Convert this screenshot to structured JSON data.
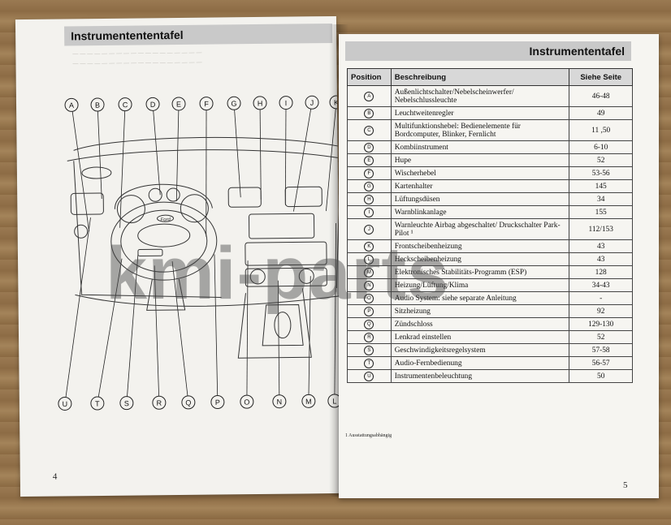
{
  "left_page": {
    "header": "Instrumentententafel",
    "page_number": "4",
    "callouts_top": [
      "A",
      "B",
      "C",
      "D",
      "E",
      "F",
      "G",
      "H",
      "I",
      "J",
      "K"
    ],
    "callouts_bottom": [
      "U",
      "T",
      "S",
      "R",
      "Q",
      "P",
      "O",
      "N",
      "M",
      "L"
    ],
    "steering_logo": "Ford"
  },
  "right_page": {
    "header": "Instrumententafel",
    "page_number": "5",
    "table": {
      "headers": [
        "Position",
        "Beschreibung",
        "Siehe Seite"
      ],
      "rows": [
        {
          "pos": "A",
          "desc": "Außenlichtschalter/Nebelscheinwerfer/ Nebelschlussleuchte",
          "page": "46-48"
        },
        {
          "pos": "B",
          "desc": "Leuchtweitenregler",
          "page": "49"
        },
        {
          "pos": "C",
          "desc": "Multifunktionshebel: Bedienelemente für Bordcomputer, Blinker, Fernlicht",
          "page": "11 ,50"
        },
        {
          "pos": "D",
          "desc": "Kombiinstrument",
          "page": "6-10"
        },
        {
          "pos": "E",
          "desc": "Hupe",
          "page": "52"
        },
        {
          "pos": "F",
          "desc": "Wischerhebel",
          "page": "53-56"
        },
        {
          "pos": "G",
          "desc": "Kartenhalter",
          "page": "145"
        },
        {
          "pos": "H",
          "desc": "Lüftungsdüsen",
          "page": "34"
        },
        {
          "pos": "I",
          "desc": "Warnblinkanlage",
          "page": "155"
        },
        {
          "pos": "J",
          "desc": "Warnleuchte Airbag abgeschaltet/ Druckschalter Park-Pilot ¹",
          "page": "112/153"
        },
        {
          "pos": "K",
          "desc": "Frontscheibenheizung",
          "page": "43"
        },
        {
          "pos": "L",
          "desc": "Heckscheibenheizung",
          "page": "43"
        },
        {
          "pos": "M",
          "desc": "Elektronisches Stabilitäts-Programm (ESP)",
          "page": "128"
        },
        {
          "pos": "N",
          "desc": "Heizung/Lüftung/Klima",
          "page": "34-43"
        },
        {
          "pos": "O",
          "desc": "Audio System: siehe separate Anleitung",
          "page": "-"
        },
        {
          "pos": "P",
          "desc": "Sitzheizung",
          "page": "92"
        },
        {
          "pos": "Q",
          "desc": "Zündschloss",
          "page": "129-130"
        },
        {
          "pos": "R",
          "desc": "Lenkrad einstellen",
          "page": "52"
        },
        {
          "pos": "S",
          "desc": "Geschwindigkeitsregelsystem",
          "page": "57-58"
        },
        {
          "pos": "T",
          "desc": "Audio-Fernbedienung",
          "page": "56-57"
        },
        {
          "pos": "U",
          "desc": "Instrumentenbeleuchtung",
          "page": "50"
        }
      ]
    },
    "footnote": "1  Ausstattungsabhängig"
  },
  "watermark": "kmi-parts"
}
